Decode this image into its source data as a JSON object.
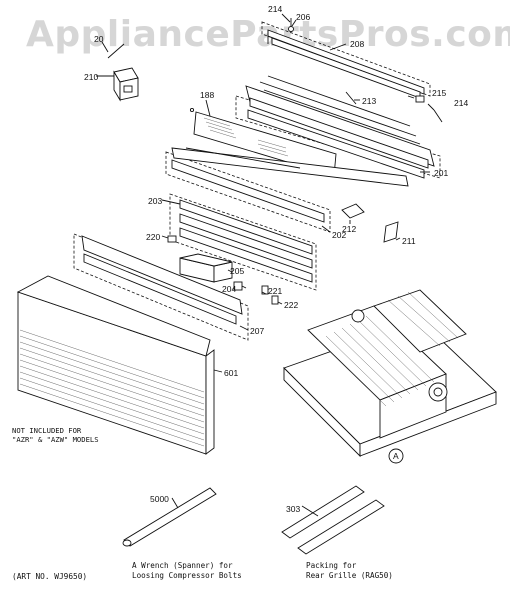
{
  "watermark": "AppliancePartsPros.com",
  "labels": {
    "p214a": "214",
    "p206": "206",
    "p20": "20",
    "p208": "208",
    "p210": "210",
    "p188": "188",
    "p213": "213",
    "p215": "215",
    "p214b": "214",
    "p201": "201",
    "p203": "203",
    "p220": "220",
    "p212": "212",
    "p211": "211",
    "p202": "202",
    "p205": "205",
    "p204": "204",
    "p221": "221",
    "p222": "222",
    "p207": "207",
    "p601": "601",
    "p5000": "5000",
    "p303": "303",
    "pA": "A"
  },
  "note": {
    "line1": "NOT INCLUDED FOR",
    "line2": "\"AZR\" & \"AZW\" MODELS"
  },
  "captions": {
    "wrench_line1": "A Wrench (Spanner) for",
    "wrench_line2": "Loosing Compressor Bolts",
    "packing_line1": "Packing for",
    "packing_line2": "Rear Grille (RAG50)"
  },
  "art_number": "(ART NO. WJ9650)"
}
